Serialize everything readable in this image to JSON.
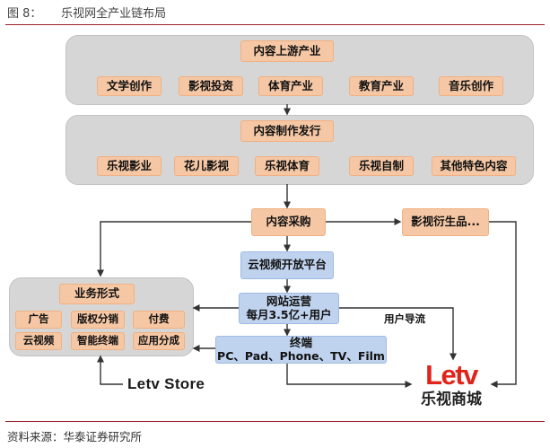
{
  "figure": {
    "number": "图 8：",
    "title": "乐视网全产业链布局"
  },
  "upstream": {
    "header": "内容上游产业",
    "items": [
      "文学创作",
      "影视投资",
      "体育产业",
      "教育产业",
      "音乐创作"
    ]
  },
  "production": {
    "header": "内容制作发行",
    "items": [
      "乐视影业",
      "花儿影视",
      "乐视体育",
      "乐视自制",
      "其他特色内容"
    ]
  },
  "flow": {
    "purchase": "内容采购",
    "derivative": "影视衍生品...",
    "cloud": "云视频开放平台",
    "site_ops_line1": "网站运营",
    "site_ops_line2": "每月3.5亿+用户",
    "user_flow": "用户导流",
    "terminal_line1": "终端",
    "terminal_line2": "PC、Pad、Phone、TV、Film"
  },
  "business": {
    "header": "业务形式",
    "items": [
      "广告",
      "版权分销",
      "付费",
      "云视频",
      "智能终端",
      "应用分成"
    ]
  },
  "store": "Letv Store",
  "logo": {
    "word": "Letv",
    "sub": "乐视商城"
  },
  "source": "资料来源：华泰证券研究所",
  "colors": {
    "accent_rule": "#9b1d2a",
    "orange_box": "#f5c7a4",
    "blue_box": "#bfd2ee",
    "panel_gray": "#d6d6d6",
    "logo_red": "#e2231a"
  }
}
